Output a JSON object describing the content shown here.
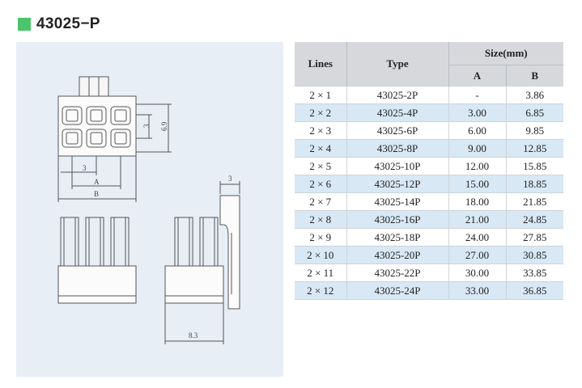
{
  "header": {
    "title": "43025−P",
    "accent_color": "#4cc46b"
  },
  "drawing": {
    "labels": {
      "dim_3_top": "3",
      "dim_6_9": "6.9",
      "dim_3_side": "3",
      "dim_3_bottom": "3",
      "dim_A": "A",
      "dim_B": "B",
      "dim_8_3": "8.3"
    }
  },
  "table": {
    "headers": {
      "lines": "Lines",
      "type": "Type",
      "size": "Size(mm)",
      "a": "A",
      "b": "B"
    },
    "rows": [
      {
        "lines": "2 × 1",
        "type": "43025-2P",
        "a": "-",
        "b": "3.86"
      },
      {
        "lines": "2 × 2",
        "type": "43025-4P",
        "a": "3.00",
        "b": "6.85"
      },
      {
        "lines": "2 × 3",
        "type": "43025-6P",
        "a": "6.00",
        "b": "9.85"
      },
      {
        "lines": "2 × 4",
        "type": "43025-8P",
        "a": "9.00",
        "b": "12.85"
      },
      {
        "lines": "2 × 5",
        "type": "43025-10P",
        "a": "12.00",
        "b": "15.85"
      },
      {
        "lines": "2 × 6",
        "type": "43025-12P",
        "a": "15.00",
        "b": "18.85"
      },
      {
        "lines": "2 × 7",
        "type": "43025-14P",
        "a": "18.00",
        "b": "21.85"
      },
      {
        "lines": "2 × 8",
        "type": "43025-16P",
        "a": "21.00",
        "b": "24.85"
      },
      {
        "lines": "2 × 9",
        "type": "43025-18P",
        "a": "24.00",
        "b": "27.85"
      },
      {
        "lines": "2 × 10",
        "type": "43025-20P",
        "a": "27.00",
        "b": "30.85"
      },
      {
        "lines": "2 × 11",
        "type": "43025-22P",
        "a": "30.00",
        "b": "33.85"
      },
      {
        "lines": "2 × 12",
        "type": "43025-24P",
        "a": "33.00",
        "b": "36.85"
      }
    ]
  }
}
